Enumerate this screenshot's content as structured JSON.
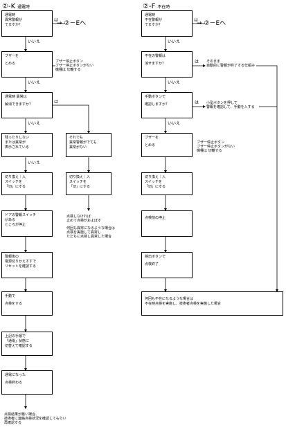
{
  "left": {
    "heading": {
      "num": "②-K",
      "sub": "通電時"
    },
    "k1": {
      "lines": [
        "通電時",
        "異常警報が",
        "でますか？"
      ]
    },
    "k1_yes": "は",
    "k1_goto": "→ ②－Eへ",
    "k1_no": "いいえ",
    "k2": {
      "lines": [
        "ブザーを",
        "",
        "とめる"
      ]
    },
    "k2_note": [
      "ブザー停止ボタン",
      "ブザー停止ボタンがない",
      "機種は 切離する"
    ],
    "k2_no": "いいえ",
    "k3": {
      "lines": [
        "通電時 異常は",
        "",
        "解消できますか？"
      ]
    },
    "k3_yes": "は",
    "k3_no": "いいえ",
    "k4": {
      "lines": [
        "残ったりしない",
        "または異常が",
        "表示されている"
      ]
    },
    "k4_no": "いいえ",
    "k4r": {
      "lines": [
        "それでも",
        "異常警報がでても",
        "異常がない"
      ]
    },
    "k5": {
      "lines": [
        "切り換え｜入",
        "スイッチを",
        "「切」にする"
      ]
    },
    "k5r": {
      "lines": [
        "切り換え｜入",
        "スイッチを",
        "「切」にする"
      ]
    },
    "k5r_note": [
      "点検しなければ",
      "止めて点検がおよぼす",
      "",
      "何回も異常になるような場合は",
      "点検を実施して異常し",
      "ただちに点検し異常した場合"
    ],
    "k6": {
      "lines": [
        "ドアの警報スイッチ",
        "がある",
        "ところが停止"
      ]
    },
    "k7": {
      "lines": [
        "警報後の",
        "電源切りかえすすで",
        "リセットを確認する"
      ]
    },
    "k8": {
      "lines": [
        "手動で",
        "",
        "点検をする"
      ]
    },
    "k9": {
      "lines": [
        "上記の手順で",
        "「通電」状態に",
        "切替えて確認する"
      ]
    },
    "k10": {
      "lines": [
        "通電になった",
        "",
        "点検終わる"
      ]
    },
    "k10_note": [
      "点検結果が悪い場合、",
      "技術者に連絡点検状況を確認してもらい",
      "再確認する"
    ]
  },
  "right": {
    "heading": {
      "num": "②-F",
      "sub": "不在時"
    },
    "f1": {
      "lines": [
        "通電時",
        "不在警報が",
        "でますか？"
      ]
    },
    "f1_yes": "は",
    "f1_goto": "→ ②－Eへ",
    "f1_no": "いいえ",
    "f2": {
      "lines": [
        "不在の警報は",
        "",
        "消せますか？"
      ]
    },
    "f2_yes": "は",
    "f2_note": [
      "そのまま",
      "自動的に警報が終了する仕組み"
    ],
    "f2_no": "いいえ",
    "f3": {
      "lines": [
        "手動ボタンで",
        "",
        "確認しますか？"
      ]
    },
    "f3_yes": "は",
    "f3_note": [
      "小型ボタンを押して",
      "警報を確認して、手動を入する"
    ],
    "f3_no": "いいえ",
    "f4": {
      "lines": [
        "ブザーを",
        "",
        "とめる"
      ]
    },
    "f4_note": [
      "ブザー停止ボタン",
      "ブザー停止ボタンがない",
      "機種は 切離する"
    ],
    "f5": {
      "lines": [
        "切り換え｜入",
        "スイッチを",
        "「切」にする"
      ]
    },
    "f6": {
      "lines": [
        "点検前の停止",
        "",
        ""
      ]
    },
    "f7": {
      "lines": [
        "検出ボタンで",
        "",
        "点検終了"
      ]
    },
    "f8": {
      "lines": [
        "何回も不在になるような場合は",
        "不在時点検を実施し、技術者点検を実施した場合"
      ]
    }
  }
}
